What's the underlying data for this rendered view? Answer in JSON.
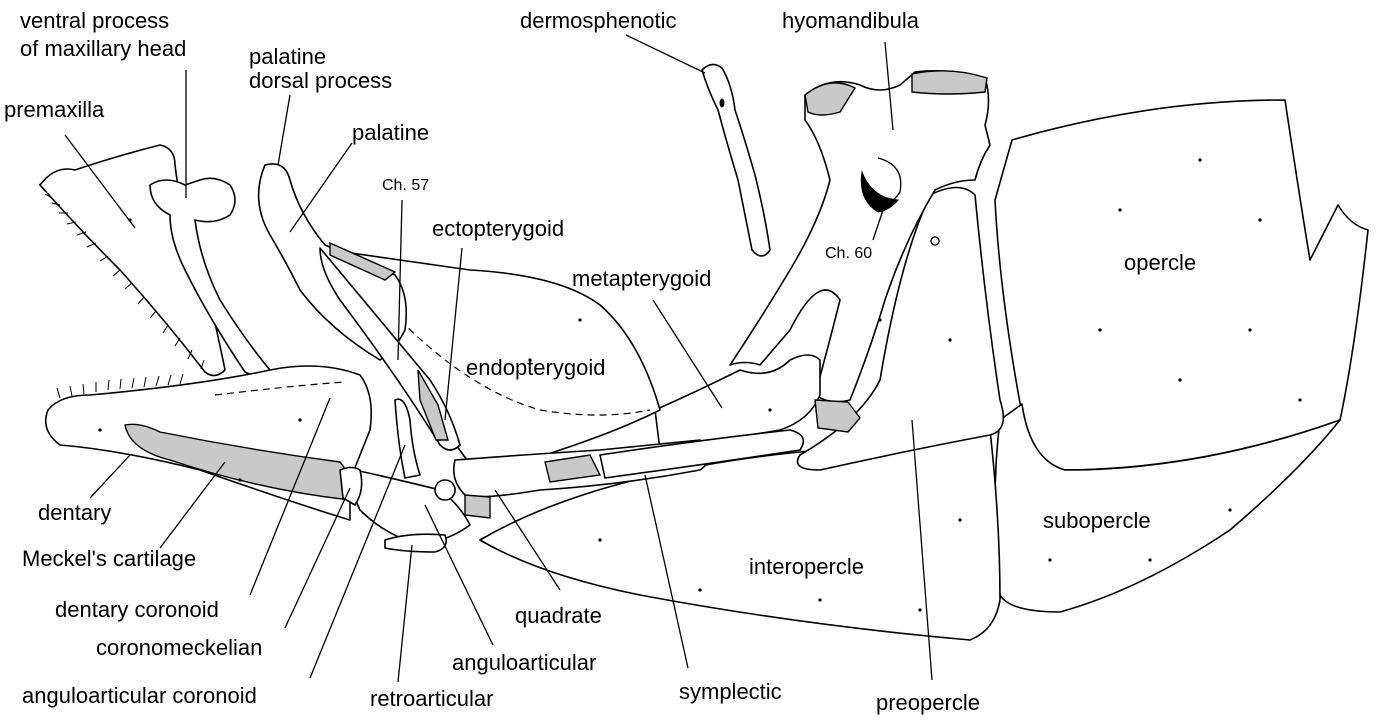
{
  "labels": {
    "ventral_process": "ventral process\nof maxillary head",
    "palatine_dorsal_process": "palatine\ndorsal process",
    "premaxilla": "premaxilla",
    "palatine": "palatine",
    "ch57": "Ch. 57",
    "ectopterygoid": "ectopterygoid",
    "dermosphenotic": "dermosphenotic",
    "hyomandibula": "hyomandibula",
    "ch60": "Ch. 60",
    "opercle": "opercle",
    "metapterygoid": "metapterygoid",
    "endopterygoid": "endopterygoid",
    "dentary": "dentary",
    "meckels_cartilage": "Meckel's cartilage",
    "dentary_coronoid": "dentary coronoid",
    "coronomeckelian": "coronomeckelian",
    "anguloarticular_coronoid": "anguloarticular coronoid",
    "retroarticular": "retroarticular",
    "anguloarticular": "anguloarticular",
    "quadrate": "quadrate",
    "symplectic": "symplectic",
    "preopercle": "preopercle",
    "interopercle": "interopercle",
    "subopercle": "subopercle"
  },
  "style": {
    "ink": "#000000",
    "cartilage_fill": "#c9c9c9",
    "background": "#ffffff"
  }
}
